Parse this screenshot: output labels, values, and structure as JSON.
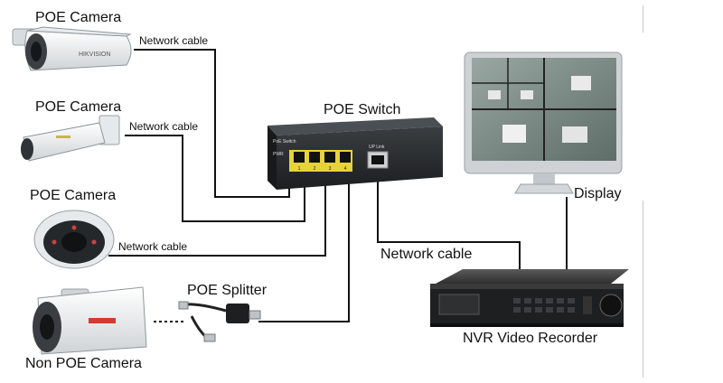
{
  "labels": {
    "camera1": "POE Camera",
    "camera2": "POE Camera",
    "camera3": "POE Camera",
    "camera4": "Non POE Camera",
    "cable1": "Network cable",
    "cable2": "Network cable",
    "cable3": "Network cable",
    "switch": "POE Switch",
    "splitter": "POE Splitter",
    "nvr_cable": "Network cable",
    "display": "Display",
    "nvr": "NVR Video Recorder"
  },
  "device_text": {
    "camera1_brand": "HIKVISION",
    "switch_left_label": "PoE Switch",
    "switch_power": "PWR",
    "switch_uplink": "UP Link",
    "port_numbers": [
      "1",
      "2",
      "3",
      "4"
    ]
  },
  "colors": {
    "line": "#111111",
    "switch_body": "#2a2d30",
    "port_led": "#e7d23b",
    "nvr_body": "#2b2b2b",
    "monitor_frame": "#cfd2d4"
  }
}
